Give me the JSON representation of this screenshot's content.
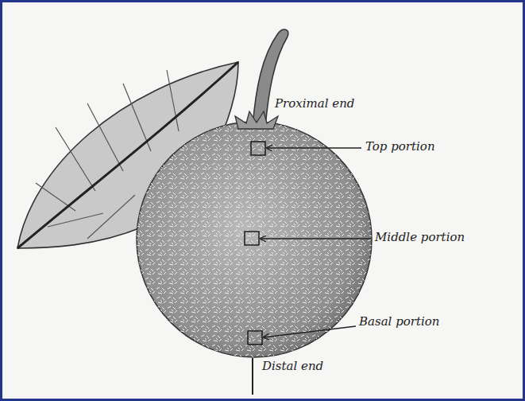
{
  "diagram": {
    "labels": [
      "Proximal end",
      "Top portion",
      "Middle portion",
      "Basal portion",
      "Distal end"
    ]
  }
}
